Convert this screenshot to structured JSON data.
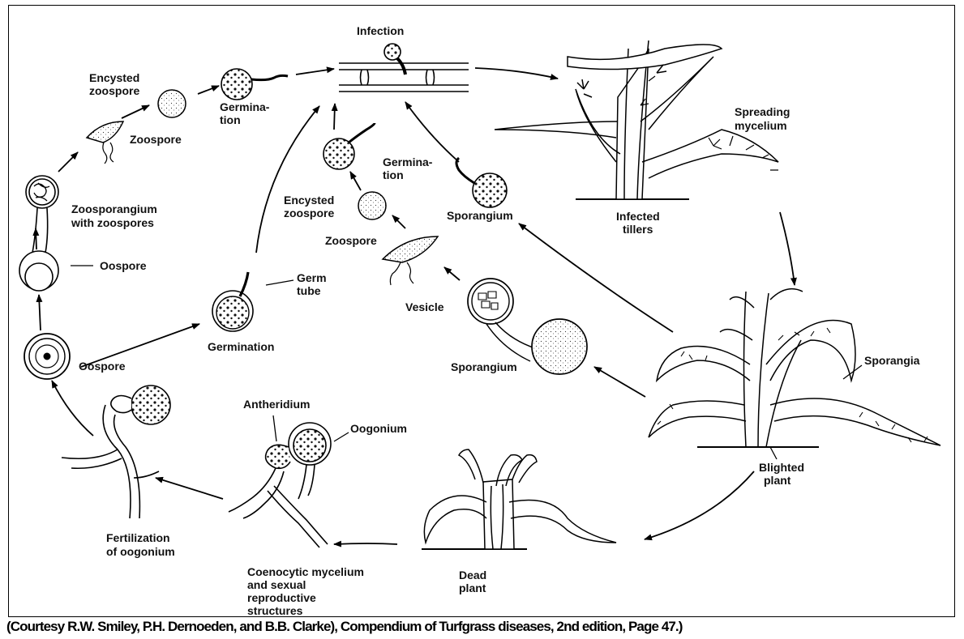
{
  "diagram": {
    "labels": {
      "infection": "Infection",
      "encysted_zoospore_top_1": "Encysted",
      "encysted_zoospore_top_2": "zoospore",
      "germination_top_1": "Germina-",
      "germination_top_2": "tion",
      "zoospore_top": "Zoospore",
      "zoosporangium_1": "Zoosporangium",
      "zoosporangium_2": "with zoospores",
      "oospore_upper": "Oospore",
      "oospore_lower": "Oospore",
      "germ_tube_1": "Germ",
      "germ_tube_2": "tube",
      "germination_mid": "Germination",
      "germination_center_1": "Germina-",
      "germination_center_2": "tion",
      "encysted_zoospore_center_1": "Encysted",
      "encysted_zoospore_center_2": "zoospore",
      "zoospore_center": "Zoospore",
      "vesicle": "Vesicle",
      "sporangium_upper": "Sporangium",
      "sporangium_lower": "Sporangium",
      "spreading_mycelium_1": "Spreading",
      "spreading_mycelium_2": "mycelium",
      "infected_tillers_1": "Infected",
      "infected_tillers_2": "tillers",
      "sporangia": "Sporangia",
      "blighted_plant_1": "Blighted",
      "blighted_plant_2": "plant",
      "antheridium": "Antheridium",
      "oogonium": "Oogonium",
      "fertilization_1": "Fertilization",
      "fertilization_2": "of oogonium",
      "coenocytic_1": "Coenocytic mycelium",
      "coenocytic_2": "and sexual",
      "coenocytic_3": "reproductive",
      "coenocytic_4": "structures",
      "dead_plant_1": "Dead",
      "dead_plant_2": "plant"
    }
  },
  "caption": "(Courtesy R.W. Smiley, P.H. Dernoeden, and B.B. Clarke), Compendium of Turfgrass diseases, 2nd edition, Page 47.)"
}
